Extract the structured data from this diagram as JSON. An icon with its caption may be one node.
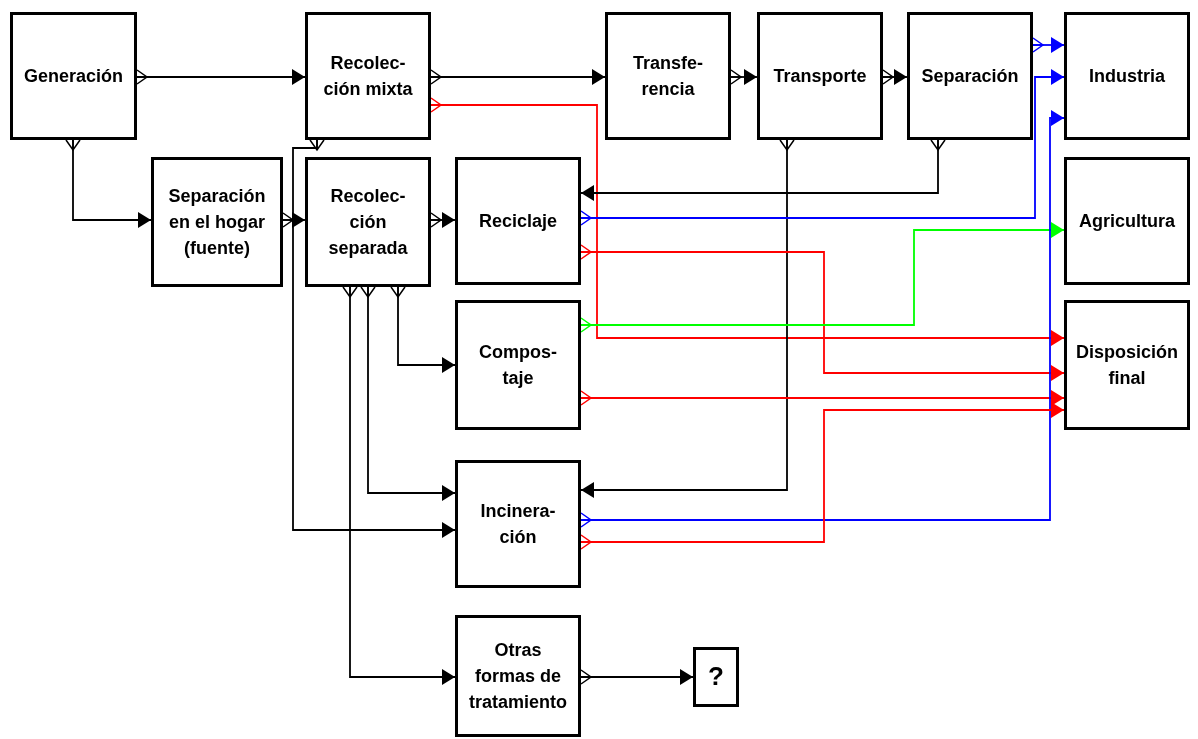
{
  "diagram": {
    "nodes": [
      {
        "text": [
          "Generación"
        ]
      },
      {
        "text": [
          "Recolec- ción mixta"
        ]
      },
      {
        "text": [
          "Transfe- rencia"
        ]
      },
      {
        "text": [
          "Transporte"
        ]
      },
      {
        "text": [
          "Separación"
        ]
      },
      {
        "text": [
          "Industria"
        ]
      },
      {
        "text": [
          "Separación en el hogar (fuente)"
        ]
      },
      {
        "text": [
          "Recolec- ción separada"
        ]
      },
      {
        "text": [
          "Reciclaje"
        ]
      },
      {
        "text": [
          "Agricultura"
        ]
      },
      {
        "text": [
          "Compos- taje"
        ]
      },
      {
        "text": [
          "Disposición final"
        ]
      },
      {
        "text": [
          "Incinera- ción"
        ]
      },
      {
        "text": [
          "Otras formas de tratamiento"
        ]
      },
      {
        "text": [
          "?"
        ]
      }
    ],
    "edges": [
      {
        "from": 0,
        "to": 1,
        "arrow": "to"
      },
      {
        "from": 1,
        "to": 2,
        "arrow": "to"
      },
      {
        "from": 2,
        "to": 3,
        "arrow": "to"
      },
      {
        "from": 3,
        "to": 4,
        "arrow": "to"
      },
      {
        "from": 4,
        "to": 5,
        "arrow": "to",
        "color": "#0000ff"
      },
      {
        "from": 0,
        "to": 6,
        "arrow": "to"
      },
      {
        "from": 6,
        "to": 7,
        "arrow": "to"
      },
      {
        "from": 7,
        "to": 8,
        "arrow": "to"
      },
      {
        "from": 1,
        "to": 11,
        "arrow": "to",
        "color": "#ff0000"
      },
      {
        "from": 1,
        "to": 12,
        "arrow": "to"
      },
      {
        "from": 4,
        "to": 8,
        "arrow": "to"
      },
      {
        "from": 3,
        "to": 12,
        "arrow": "to"
      },
      {
        "from": 7,
        "to": 10,
        "arrow": "to"
      },
      {
        "from": 7,
        "to": 12,
        "arrow": "to"
      },
      {
        "from": 7,
        "to": 13,
        "arrow": "to"
      },
      {
        "from": 13,
        "to": 14,
        "arrow": "to"
      },
      {
        "from": 8,
        "to": 5,
        "arrow": "to",
        "color": "#0000ff"
      },
      {
        "from": 8,
        "to": 11,
        "arrow": "to",
        "color": "#ff0000"
      },
      {
        "from": 10,
        "to": 9,
        "arrow": "to",
        "color": "#00ff00"
      },
      {
        "from": 10,
        "to": 11,
        "arrow": "to",
        "color": "#ff0000"
      },
      {
        "from": 12,
        "to": 5,
        "arrow": "to",
        "color": "#0000ff"
      },
      {
        "from": 12,
        "to": 11,
        "arrow": "to",
        "color": "#ff0000"
      }
    ]
  }
}
